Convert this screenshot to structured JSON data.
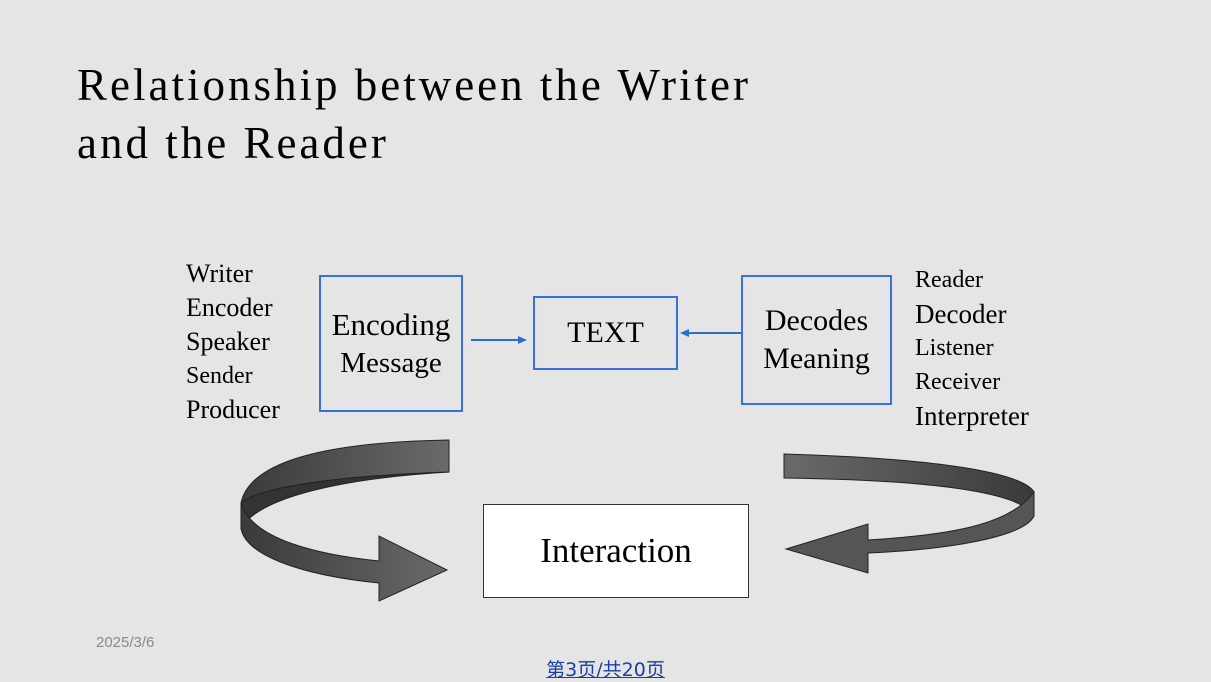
{
  "title": {
    "line1": "Relationship between the Writer",
    "line2": "and the Reader"
  },
  "left_list": [
    "Writer",
    "Encoder",
    "Speaker",
    "Sender",
    "Producer"
  ],
  "right_list": [
    "Reader",
    "Decoder",
    "Listener",
    "Receiver",
    "Interpreter"
  ],
  "boxes": {
    "encoding": {
      "line1": "Encoding",
      "line2": "Message"
    },
    "text": "TEXT",
    "decodes": {
      "line1": "Decodes",
      "line2": "Meaning"
    },
    "interaction": "Interaction"
  },
  "footer": {
    "date": "2025/3/6",
    "page": "第3页/共20页"
  },
  "colors": {
    "box_border": "#3a6fdc",
    "arrow_blue": "#2a6fc9",
    "curved_arrow_fill": "#555555",
    "background": "#e5e5e5"
  }
}
